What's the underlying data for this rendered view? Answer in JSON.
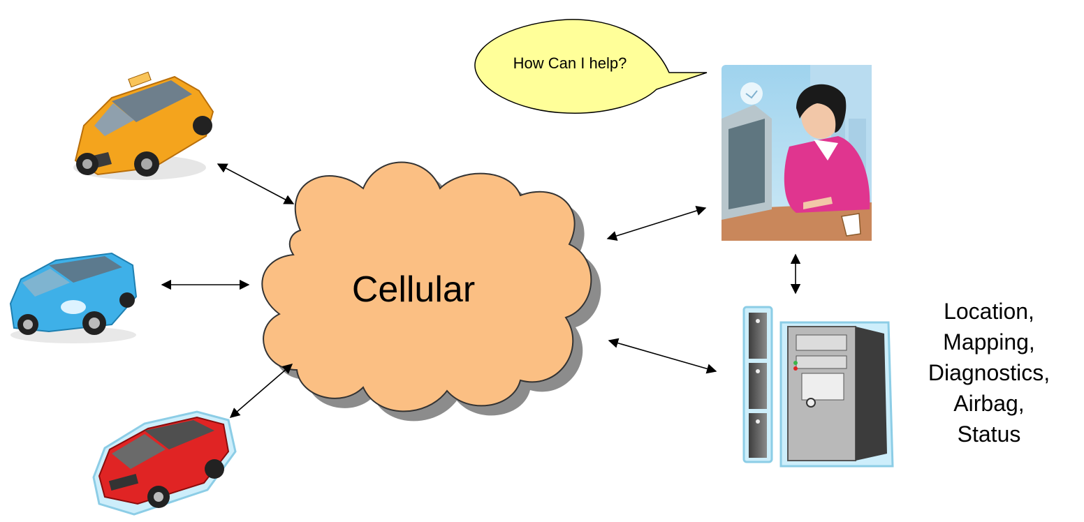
{
  "cloud": {
    "label": "Cellular",
    "fill": "#FBBF83",
    "stroke": "#333333"
  },
  "speech_bubble": {
    "text": "How Can I help?",
    "fill": "#FFFF99"
  },
  "services": [
    "Location,",
    "Mapping,",
    "Diagnostics,",
    "Airbag,",
    "Status"
  ],
  "nodes": {
    "vehicles": [
      {
        "name": "taxi",
        "color": "#F4A41D"
      },
      {
        "name": "blue-car",
        "color": "#3EB0E8"
      },
      {
        "name": "red-car",
        "color": "#E02424"
      }
    ],
    "operator": {
      "name": "call-center-operator",
      "shirt": "#E0358F"
    },
    "server": {
      "name": "server",
      "body": "#5A5A5A"
    }
  }
}
